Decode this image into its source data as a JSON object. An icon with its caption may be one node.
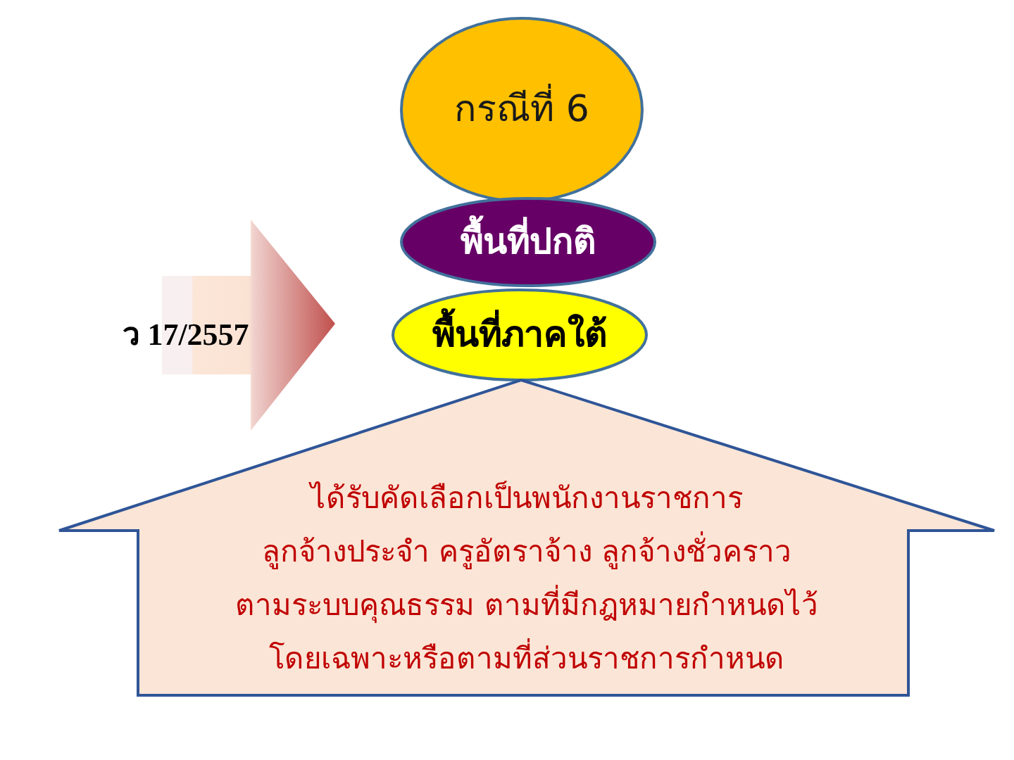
{
  "diagram": {
    "nodes": [
      {
        "text": [
          "กรณีที่ 6"
        ]
      },
      {
        "text": [
          "พื้นที่ปกติ"
        ]
      },
      {
        "text": [
          "ว 17/2557"
        ]
      },
      {
        "text": [
          "พื้นที่ภาคใต้"
        ]
      },
      {
        "text": [
          "ได้รับคัดเลือกเป็นพนักงานราชการ ลูกจ้างประจำ ครูอัตราจ้าง ลูกจ้างชั่วคราว ตามระบบคุณธรรม ตามที่มีกฎหมายกำหนดไว้ โดยเฉพาะหรือตามที่ส่วนราชการกำหนด"
        ]
      }
    ]
  }
}
